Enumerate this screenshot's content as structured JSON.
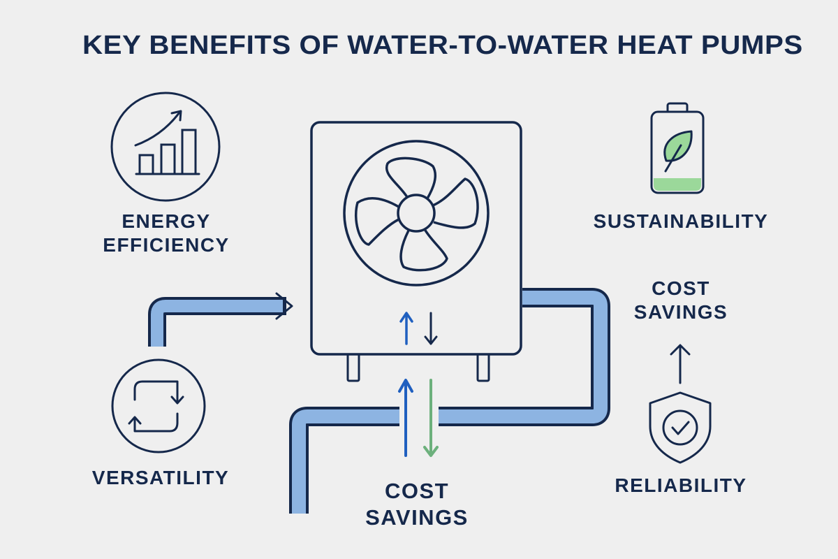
{
  "title": "KEY BENEFITS OF WATER-TO-WATER HEAT PUMPS",
  "benefits": {
    "energy_efficiency": {
      "line1": "ENERGY",
      "line2": "EFFICIENCY",
      "icon": "growth-chart-icon"
    },
    "sustainability": {
      "label": "SUSTAINABILITY",
      "icon": "battery-leaf-icon"
    },
    "cost_savings_right": {
      "line1": "COST",
      "line2": "SAVINGS",
      "icon": "arrow-up-icon"
    },
    "versatility": {
      "label": "VERSATILITY",
      "icon": "cycle-arrows-icon"
    },
    "cost_savings_bottom": {
      "line1": "COST",
      "line2": "SAVINGS",
      "icon": "flow-arrows-icon"
    },
    "reliability": {
      "label": "RELIABILITY",
      "icon": "shield-check-icon"
    }
  },
  "colors": {
    "navy": "#15284b",
    "pipe_blue": "#8db4e2",
    "arrow_blue": "#1f5fbf",
    "arrow_green": "#6cb07c",
    "leaf_green": "#9bd89a",
    "background": "#efefef"
  }
}
